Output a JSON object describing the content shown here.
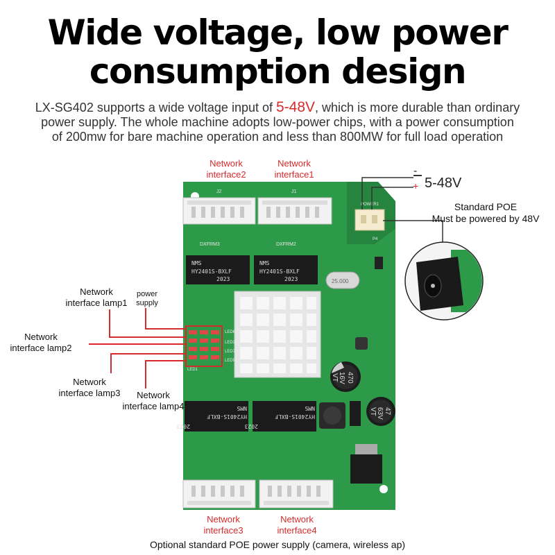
{
  "title": {
    "line1": "Wide voltage, low power",
    "line2": "consumption design"
  },
  "description": {
    "line1_prefix": "LX-SG402 supports a wide voltage input of ",
    "line1_highlight": "5-48V",
    "line1_suffix": ", which is more durable than ordinary",
    "line2": "power supply. The whole machine adopts low-power chips, with a power consumption",
    "line3": "of 200mw for bare machine operation and less than 800MW for full load operation"
  },
  "labels": {
    "network_interface2": [
      "Network",
      "interface2"
    ],
    "network_interface1": [
      "Network",
      "interface1"
    ],
    "network_interface3": [
      "Network",
      "interface3"
    ],
    "network_interface4": [
      "Network",
      "interface4"
    ],
    "lamp1": [
      "Network",
      "interface lamp1"
    ],
    "power_supply": [
      "power",
      "supply"
    ],
    "lamp2": [
      "Network",
      "interface lamp2"
    ],
    "lamp3": [
      "Network",
      "interface lamp3"
    ],
    "lamp4": [
      "Network",
      "interface lamp4"
    ],
    "poe": [
      "Standard POE",
      "Must be powered by 48V"
    ]
  },
  "voltage": {
    "minus": "-",
    "plus": "+",
    "value": "5-48V"
  },
  "board": {
    "chip_label": "NMS",
    "chip_part": "HY2401S-BXLF",
    "chip_year": "2023",
    "crystal": "25.000",
    "cap_large": [
      "470",
      "16V",
      "VT"
    ],
    "cap_small": [
      "47",
      "63V",
      "VT"
    ],
    "silk_j2": "J2",
    "silk_j1": "J1",
    "silk_power": "POWER1",
    "silk_p4": "P4",
    "silk_dxfrm3": "DXFRM3",
    "silk_dxfrm2": "DXFRM2",
    "silk_leds": [
      "LED6",
      "LED3",
      "LED7",
      "LED9",
      "LED1"
    ]
  },
  "footer": "Optional standard POE power supply (camera, wireless ap)",
  "colors": {
    "pcb": "#2d9a4a",
    "accent_red": "#d62a2a",
    "connector": "#f2f2f2"
  }
}
